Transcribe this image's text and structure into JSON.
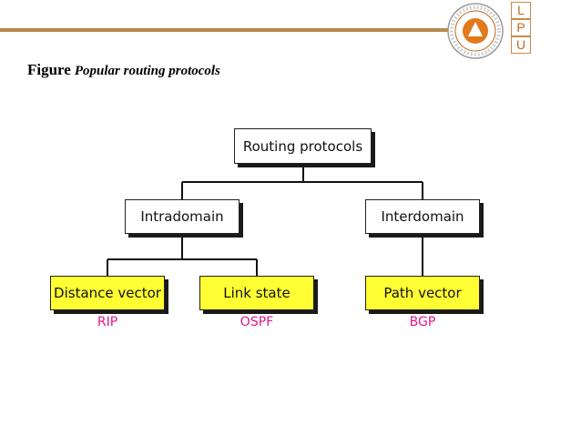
{
  "header": {
    "lpu_letters": [
      "L",
      "P",
      "U"
    ],
    "colors": {
      "rule": "#b8894a",
      "accent": "#c06a1c"
    }
  },
  "figure": {
    "label": "Figure",
    "caption": "Popular routing protocols"
  },
  "diagram": {
    "root": "Routing protocols",
    "level1": [
      "Intradomain",
      "Interdomain"
    ],
    "level2": [
      "Distance vector",
      "Link state",
      "Path vector"
    ],
    "examples": [
      "RIP",
      "OSPF",
      "BGP"
    ],
    "colors": {
      "leaf_fill": "#ffff33",
      "example_text": "#e0168a"
    }
  }
}
